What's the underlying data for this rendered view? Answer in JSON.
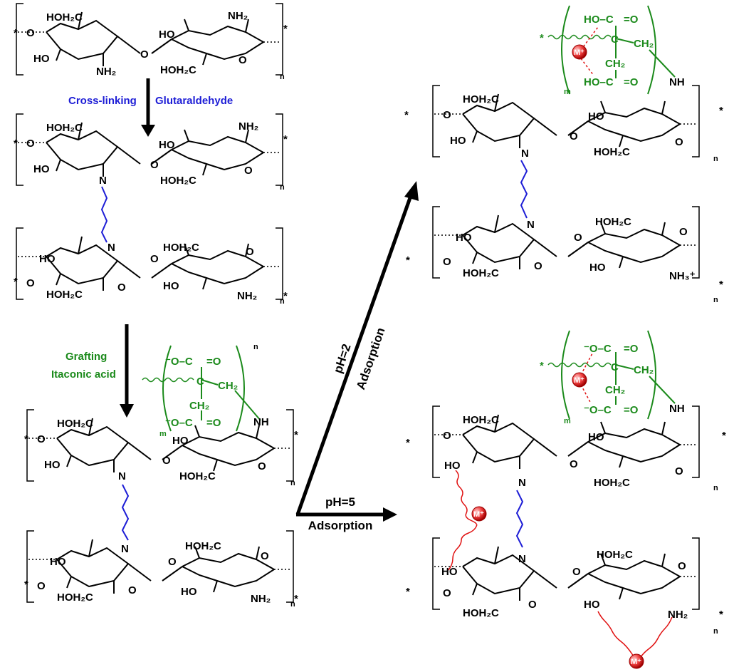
{
  "steps": {
    "crosslink_left": "Cross-linking",
    "crosslink_right": "Glutaraldehyde",
    "graft_line1": "Grafting",
    "graft_line2": "Itaconic acid"
  },
  "conditions": {
    "ph2": "pH=2",
    "ph2_label": "Adsorption",
    "ph5": "pH=5",
    "ph5_label": "Adsorption"
  },
  "atoms": {
    "ho": "HO",
    "hoh2c": "HOH₂C",
    "nh2": "NH₂",
    "nh3": "NH₃⁺",
    "o": "O",
    "n": "N",
    "nh": "NH",
    "ch2": "CH₂",
    "c": "C",
    "ho_c": "HO–C",
    "o_c": "⁻O–C",
    "eq_o": "=O",
    "m_ion": "M⁺",
    "subscript_n": "n",
    "subscript_m": "m",
    "star": "*"
  },
  "colors": {
    "chitosan": "#000000",
    "glutaraldehyde": "#1d1dd6",
    "itaconic": "#1b8a1b",
    "metal": "#e01010"
  }
}
